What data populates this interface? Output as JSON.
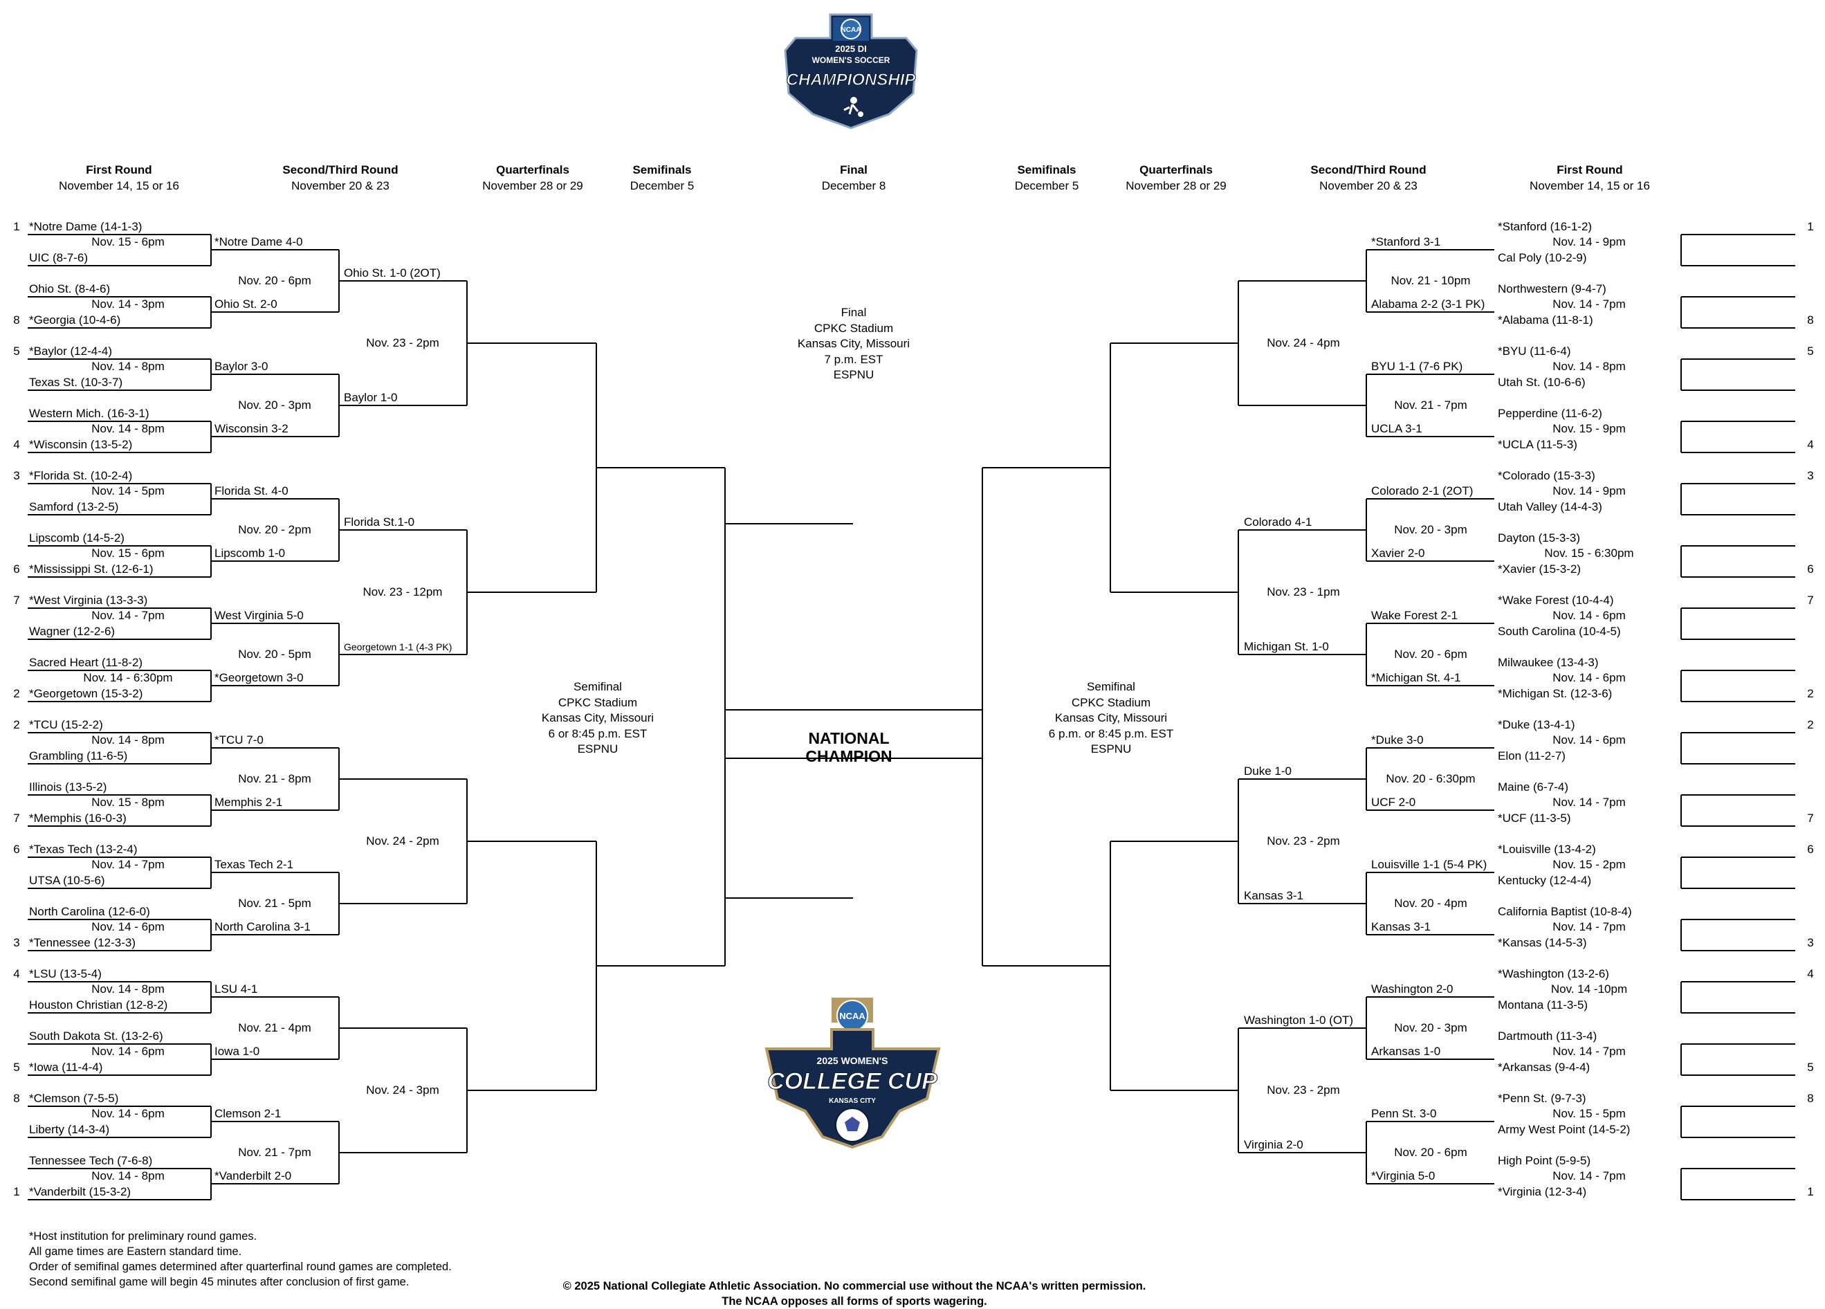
{
  "logos": {
    "championship": {
      "lines": [
        "NCAA",
        "2025 DI",
        "WOMEN'S SOCCER",
        "CHAMPIONSHIP"
      ]
    },
    "college_cup": {
      "lines": [
        "NCAA",
        "2025 WOMEN'S",
        "COLLEGE CUP",
        "KANSAS CITY"
      ]
    }
  },
  "headers": {
    "left": [
      {
        "title": "First Round",
        "date": "November 14, 15 or 16"
      },
      {
        "title": "Second/Third Round",
        "date": "November 20 & 23"
      },
      {
        "title": "Quarterfinals",
        "date": "November 28 or 29"
      },
      {
        "title": "Semifinals",
        "date": "December 5"
      }
    ],
    "final": {
      "title": "Final",
      "date": "December 8"
    },
    "right": [
      {
        "title": "Semifinals",
        "date": "December 5"
      },
      {
        "title": "Quarterfinals",
        "date": "November 28 or 29"
      },
      {
        "title": "Second/Third Round",
        "date": "November 20 & 23"
      },
      {
        "title": "First Round",
        "date": "November 14, 15 or 16"
      }
    ]
  },
  "first_round": {
    "left": [
      {
        "seed": "1",
        "top": "*Notre Dame (14-1-3)",
        "bottom": "UIC (8-7-6)",
        "info": "Nov. 15 - 6pm"
      },
      {
        "seed": "8",
        "top": "Ohio St. (8-4-6)",
        "bottom": "*Georgia (10-4-6)",
        "info": "Nov. 14 - 3pm"
      },
      {
        "seed": "5",
        "top": "*Baylor (12-4-4)",
        "bottom": "Texas St. (10-3-7)",
        "info": "Nov. 14 - 8pm"
      },
      {
        "seed": "4",
        "top": "Western Mich. (16-3-1)",
        "bottom": "*Wisconsin (13-5-2)",
        "info": "Nov. 14 - 8pm"
      },
      {
        "seed": "3",
        "top": "*Florida St. (10-2-4)",
        "bottom": "Samford (13-2-5)",
        "info": "Nov. 14 - 5pm"
      },
      {
        "seed": "6",
        "top": "Lipscomb (14-5-2)",
        "bottom": "*Mississippi St. (12-6-1)",
        "info": "Nov. 15 - 6pm"
      },
      {
        "seed": "7",
        "top": "*West Virginia (13-3-3)",
        "bottom": "Wagner (12-2-6)",
        "info": "Nov. 14 - 7pm"
      },
      {
        "seed": "2",
        "top": "Sacred Heart (11-8-2)",
        "bottom": "*Georgetown (15-3-2)",
        "info": "Nov. 14 - 6:30pm"
      },
      {
        "seed": "2",
        "top": "*TCU (15-2-2)",
        "bottom": "Grambling (11-6-5)",
        "info": "Nov. 14 - 8pm"
      },
      {
        "seed": "7",
        "top": "Illinois (13-5-2)",
        "bottom": "*Memphis (16-0-3)",
        "info": "Nov. 15 - 8pm"
      },
      {
        "seed": "6",
        "top": "*Texas Tech (13-2-4)",
        "bottom": "UTSA (10-5-6)",
        "info": "Nov. 14 - 7pm"
      },
      {
        "seed": "3",
        "top": "North Carolina (12-6-0)",
        "bottom": "*Tennessee (12-3-3)",
        "info": "Nov. 14 - 6pm"
      },
      {
        "seed": "4",
        "top": "*LSU (13-5-4)",
        "bottom": "Houston Christian (12-8-2)",
        "info": "Nov. 14 - 8pm"
      },
      {
        "seed": "5",
        "top": "South Dakota St. (13-2-6)",
        "bottom": "*Iowa (11-4-4)",
        "info": "Nov. 14 - 6pm"
      },
      {
        "seed": "8",
        "top": "*Clemson (7-5-5)",
        "bottom": "Liberty (14-3-4)",
        "info": "Nov. 14 - 6pm"
      },
      {
        "seed": "1",
        "top": "Tennessee Tech (7-6-8)",
        "bottom": "*Vanderbilt (15-3-2)",
        "info": "Nov. 14 - 8pm"
      }
    ],
    "right": [
      {
        "seed": "1",
        "top": "*Stanford (16-1-2)",
        "bottom": "Cal Poly (10-2-9)",
        "info": "Nov. 14 - 9pm"
      },
      {
        "seed": "8",
        "top": "Northwestern (9-4-7)",
        "bottom": "*Alabama (11-8-1)",
        "info": "Nov. 14 - 7pm"
      },
      {
        "seed": "5",
        "top": "*BYU (11-6-4)",
        "bottom": "Utah St. (10-6-6)",
        "info": "Nov. 14 - 8pm"
      },
      {
        "seed": "4",
        "top": "Pepperdine (11-6-2)",
        "bottom": "*UCLA (11-5-3)",
        "info": "Nov. 15 - 9pm"
      },
      {
        "seed": "3",
        "top": "*Colorado (15-3-3)",
        "bottom": "Utah Valley (14-4-3)",
        "info": "Nov. 14 - 9pm"
      },
      {
        "seed": "6",
        "top": "Dayton (15-3-3)",
        "bottom": "*Xavier (15-3-2)",
        "info": "Nov. 15 - 6:30pm"
      },
      {
        "seed": "7",
        "top": "*Wake Forest (10-4-4)",
        "bottom": "South Carolina (10-4-5)",
        "info": "Nov. 14 - 6pm"
      },
      {
        "seed": "2",
        "top": "Milwaukee (13-4-3)",
        "bottom": "*Michigan St. (12-3-6)",
        "info": "Nov. 14 - 6pm"
      },
      {
        "seed": "2",
        "top": "*Duke (13-4-1)",
        "bottom": "Elon (11-2-7)",
        "info": "Nov. 14 - 6pm"
      },
      {
        "seed": "7",
        "top": "Maine (6-7-4)",
        "bottom": "*UCF (11-3-5)",
        "info": "Nov. 14 - 7pm"
      },
      {
        "seed": "6",
        "top": "*Louisville (13-4-2)",
        "bottom": "Kentucky (12-4-4)",
        "info": "Nov. 15 - 2pm"
      },
      {
        "seed": "3",
        "top": "California Baptist (10-8-4)",
        "bottom": "*Kansas (14-5-3)",
        "info": "Nov. 14 - 7pm"
      },
      {
        "seed": "4",
        "top": "*Washington (13-2-6)",
        "bottom": "Montana (11-3-5)",
        "info": "Nov. 14 -10pm"
      },
      {
        "seed": "5",
        "top": "Dartmouth (11-3-4)",
        "bottom": "*Arkansas (9-4-4)",
        "info": "Nov. 14 - 7pm"
      },
      {
        "seed": "8",
        "top": "*Penn St. (9-7-3)",
        "bottom": "Army West Point (14-5-2)",
        "info": "Nov. 15 - 5pm"
      },
      {
        "seed": "1",
        "top": "High Point (5-9-5)",
        "bottom": "*Virginia (12-3-4)",
        "info": "Nov. 14 - 7pm"
      }
    ]
  },
  "second_round": {
    "left": [
      {
        "top": "*Notre Dame 4-0",
        "bottom": "Ohio St. 2-0",
        "info": "Nov. 20 - 6pm"
      },
      {
        "top": "Baylor 3-0",
        "bottom": "Wisconsin 3-2",
        "info": "Nov. 20 - 3pm"
      },
      {
        "top": "Florida St. 4-0",
        "bottom": "Lipscomb 1-0",
        "info": "Nov. 20 - 2pm"
      },
      {
        "top": "West Virginia 5-0",
        "bottom": "*Georgetown 3-0",
        "info": "Nov. 20 - 5pm"
      },
      {
        "top": "*TCU 7-0",
        "bottom": "Memphis 2-1",
        "info": "Nov. 21 - 8pm"
      },
      {
        "top": "Texas Tech 2-1",
        "bottom": "North Carolina 3-1",
        "info": "Nov. 21 - 5pm"
      },
      {
        "top": "LSU 4-1",
        "bottom": "Iowa 1-0",
        "info": "Nov. 21 - 4pm"
      },
      {
        "top": "Clemson 2-1",
        "bottom": "*Vanderbilt 2-0",
        "info": "Nov. 21 - 7pm"
      }
    ],
    "right": [
      {
        "top": "*Stanford 3-1",
        "bottom": "Alabama 2-2 (3-1 PK)",
        "info": "Nov. 21 - 10pm"
      },
      {
        "top": "BYU 1-1 (7-6 PK)",
        "bottom": "UCLA 3-1",
        "info": "Nov. 21 - 7pm"
      },
      {
        "top": "Colorado 2-1 (2OT)",
        "bottom": "Xavier 2-0",
        "info": "Nov. 20 - 3pm"
      },
      {
        "top": "Wake Forest 2-1",
        "bottom": "*Michigan St. 4-1",
        "info": "Nov. 20 - 6pm"
      },
      {
        "top": "*Duke 3-0",
        "bottom": "UCF 2-0",
        "info": "Nov. 20 - 6:30pm"
      },
      {
        "top": "Louisville 1-1 (5-4 PK)",
        "bottom": "Kansas 3-1",
        "info": "Nov. 20 - 4pm"
      },
      {
        "top": "Washington 2-0",
        "bottom": "Arkansas 1-0",
        "info": "Nov. 20 - 3pm"
      },
      {
        "top": "Penn St. 3-0",
        "bottom": "*Virginia 5-0",
        "info": "Nov. 20 - 6pm"
      }
    ]
  },
  "third_round": {
    "left": [
      {
        "top": "Ohio St. 1-0 (2OT)",
        "bottom": "Baylor 1-0",
        "info": "Nov. 23 - 2pm"
      },
      {
        "top": "Florida St.1-0",
        "bottom": "Georgetown 1-1 (4-3 PK)",
        "info": "Nov. 23 - 12pm"
      },
      {
        "top": "",
        "bottom": "",
        "info": "Nov. 24 - 2pm"
      },
      {
        "top": "",
        "bottom": "",
        "info": "Nov. 24 - 3pm"
      }
    ],
    "right": [
      {
        "top": "",
        "bottom": "",
        "info": "Nov. 24 - 4pm"
      },
      {
        "top": "Colorado 4-1",
        "bottom": "Michigan St. 1-0",
        "info": "Nov. 23 - 1pm"
      },
      {
        "top": "Duke 1-0",
        "bottom": "Kansas 3-1",
        "info": "Nov. 23 - 2pm"
      },
      {
        "top": "Washington 1-0 (OT)",
        "bottom": "Virginia 2-0",
        "info": "Nov. 23 - 2pm"
      }
    ]
  },
  "semifinal_info": {
    "left": [
      "Semifinal",
      "CPKC Stadium",
      "Kansas City, Missouri",
      "6 or 8:45 p.m. EST",
      "ESPNU"
    ],
    "right": [
      "Semifinal",
      "CPKC Stadium",
      "Kansas City, Missouri",
      "6 p.m. or 8:45 p.m. EST",
      "ESPNU"
    ]
  },
  "final_info": [
    "Final",
    "CPKC Stadium",
    "Kansas City, Missouri",
    "7 p.m. EST",
    "ESPNU"
  ],
  "national_champion": [
    "NATIONAL",
    "CHAMPION"
  ],
  "footnotes": [
    "*Host institution for preliminary round games.",
    "All game times are Eastern standard time.",
    "Order of semifinal games determined after quarterfinal round games are completed.",
    "Second semifinal game will begin 45 minutes after conclusion of first game."
  ],
  "copyright": [
    "© 2025 National Collegiate Athletic Association.  No commercial use without the NCAA's written permission.",
    "The NCAA opposes all forms of sports wagering."
  ],
  "colors": {
    "navy": "#14284b",
    "blue": "#1f4e8c",
    "gold": "#b59a63",
    "line": "#000000"
  }
}
